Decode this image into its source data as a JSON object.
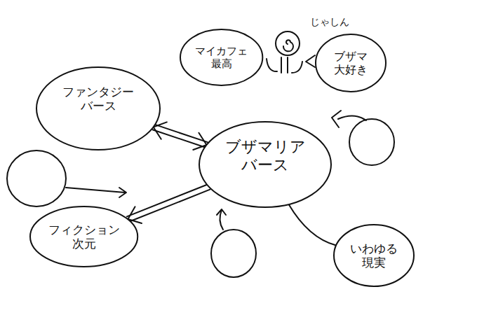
{
  "diagram": {
    "nodes": [
      {
        "text": [
          "マイカフェ 最高"
        ]
      },
      {
        "text": [
          "ブザマ 大好き"
        ]
      },
      {
        "text": [
          "ファンタジー バース"
        ]
      },
      {
        "text": [
          "ブザマリア バース"
        ]
      },
      {
        "text": [
          "フィクション 次元"
        ]
      },
      {
        "text": [
          "いわゆる 現実"
        ]
      }
    ],
    "edges": [
      {
        "from": 2,
        "to": 3,
        "arrow": "both"
      },
      {
        "from": 3,
        "to": 4,
        "arrow": "to"
      },
      {
        "from": 3,
        "to": 5,
        "arrow": "none"
      }
    ],
    "labels": [
      "じゃしん"
    ]
  }
}
